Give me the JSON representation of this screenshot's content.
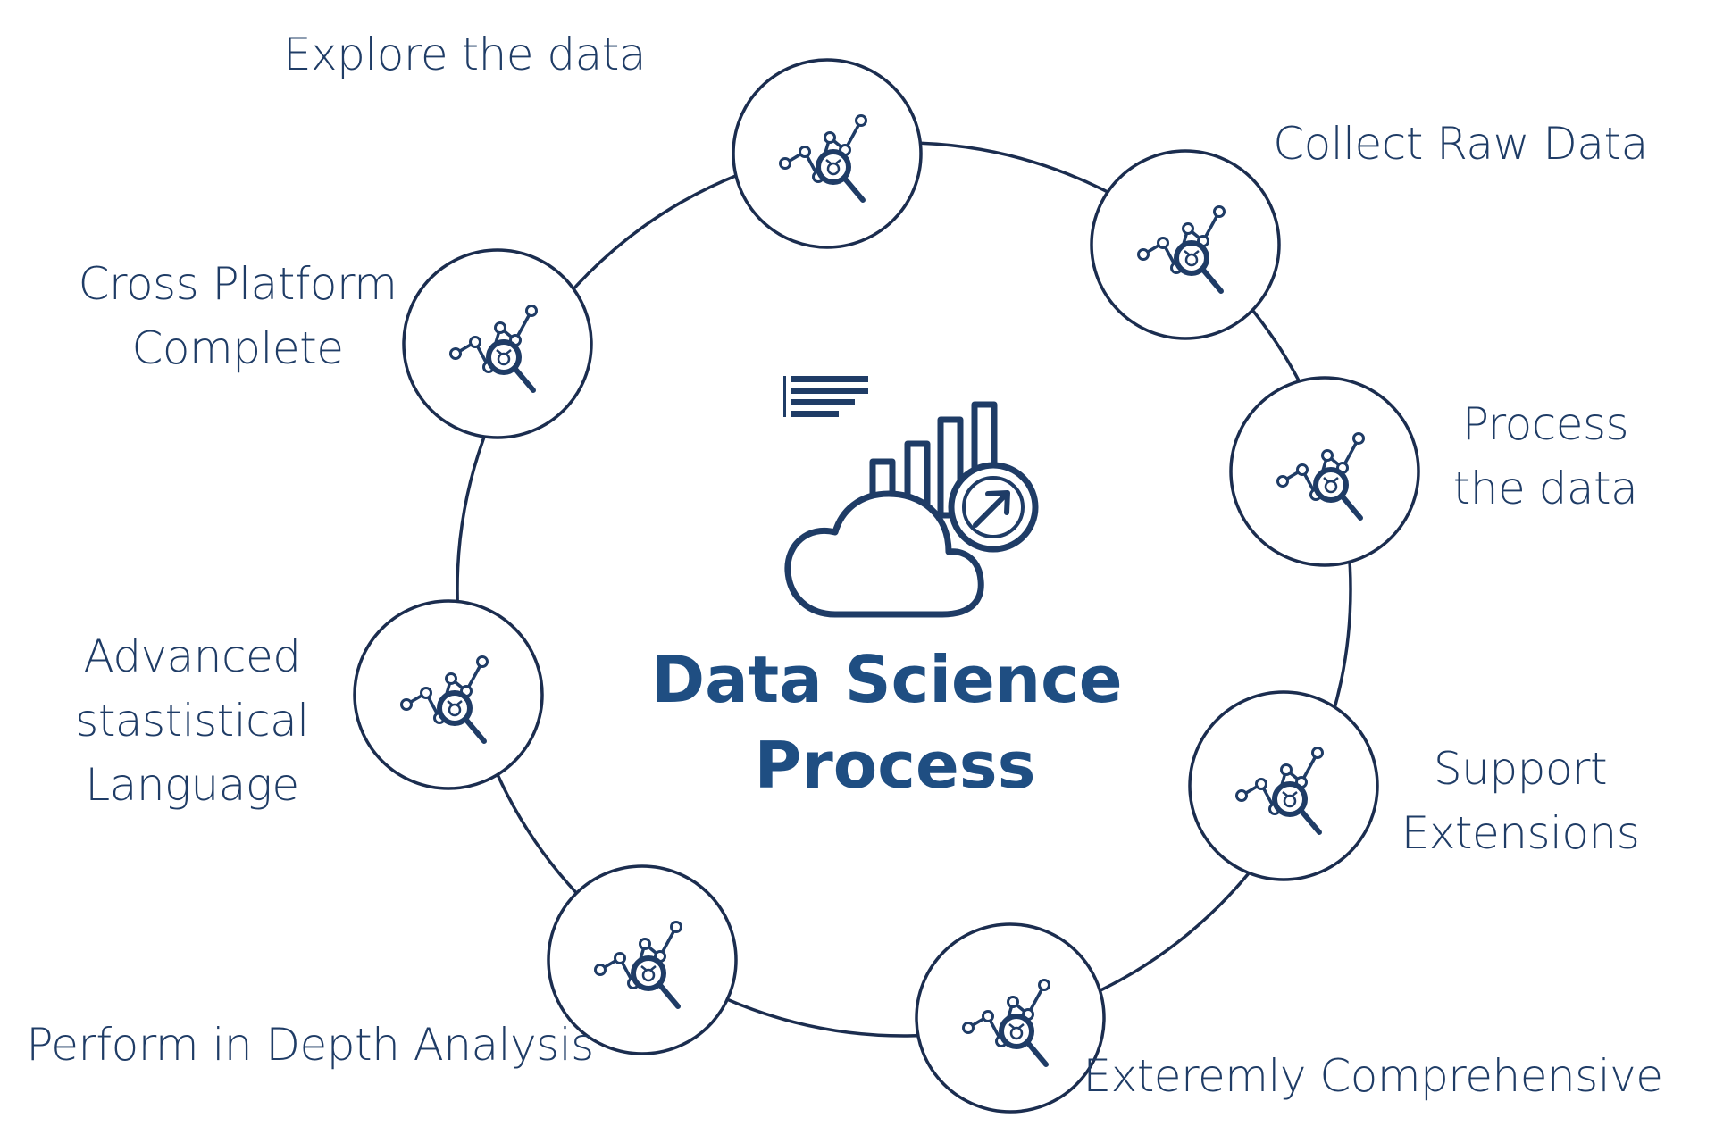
{
  "center": {
    "title_line1": "Data Science",
    "title_line2": "Process",
    "icon": "cloud-analytics-icon"
  },
  "colors": {
    "stroke": "#1b2d4f",
    "icon": "#1f3c66",
    "title": "#1f4e82",
    "label": "#1f3c66",
    "background": "#ffffff"
  },
  "steps": [
    {
      "id": "explore",
      "lines": [
        "Explore the data"
      ],
      "icon": "chart-search-icon"
    },
    {
      "id": "collect",
      "lines": [
        "Collect Raw Data"
      ],
      "icon": "chart-search-icon"
    },
    {
      "id": "process",
      "lines": [
        "Process",
        "the data"
      ],
      "icon": "chart-search-icon"
    },
    {
      "id": "support",
      "lines": [
        "Support",
        "Extensions"
      ],
      "icon": "chart-search-icon"
    },
    {
      "id": "comprehensive",
      "lines": [
        "Exteremly Comprehensive"
      ],
      "icon": "chart-search-icon"
    },
    {
      "id": "analysis",
      "lines": [
        "Perform in Depth Analysis"
      ],
      "icon": "chart-search-icon"
    },
    {
      "id": "language",
      "lines": [
        "Advanced",
        "stastistical",
        "Language"
      ],
      "icon": "chart-search-icon"
    },
    {
      "id": "cross",
      "lines": [
        "Cross Platform",
        "Complete"
      ],
      "icon": "chart-search-icon"
    }
  ]
}
